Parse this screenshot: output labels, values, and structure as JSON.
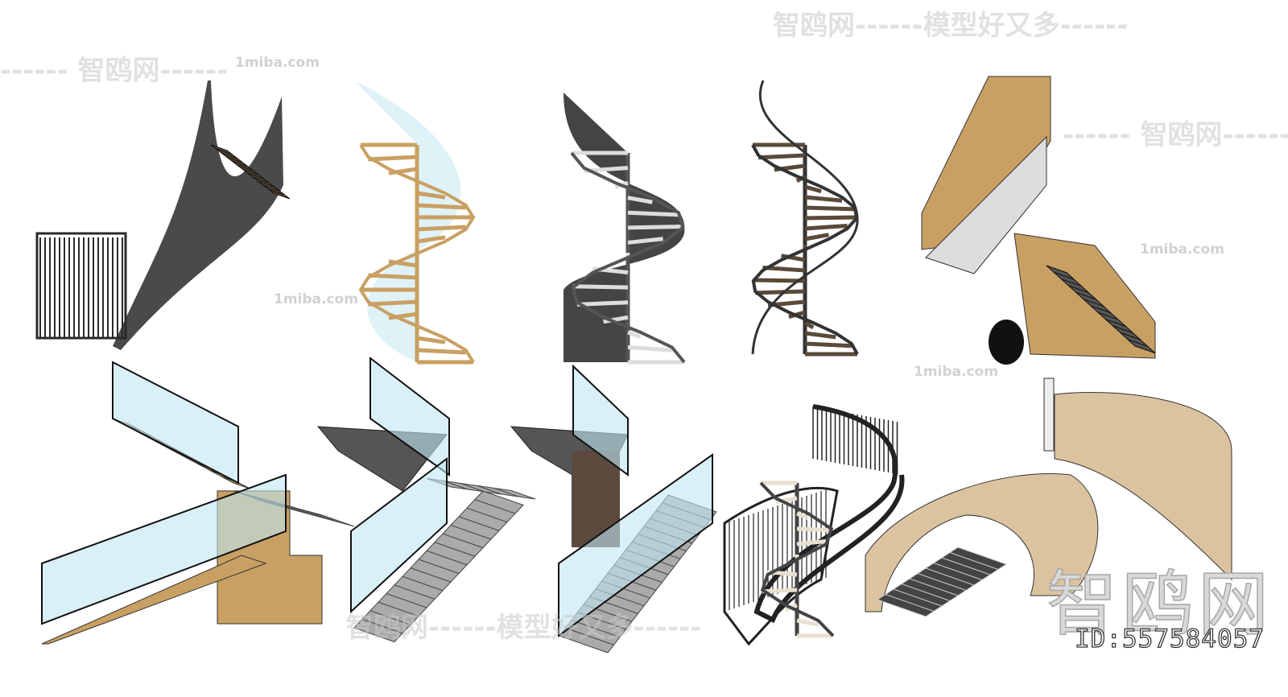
{
  "watermarks": {
    "banner": "智鸥网------模型好又多------",
    "brand": "智鸥网",
    "site": "1miba.com",
    "dashed_brand": "------ 智鸥网------"
  },
  "model_id": "ID:557584057",
  "colors": {
    "wood": "#c9a063",
    "dark_wood": "#5a4a38",
    "metal": "#2a2a2a",
    "glass": "#bfe6f2",
    "marble": "#8a8a8a",
    "light_wood": "#dcc3a0"
  },
  "staircases": [
    {
      "style": "dark-curved-slatted"
    },
    {
      "style": "wood-spiral-glass"
    },
    {
      "style": "perforated-metal-spiral"
    },
    {
      "style": "open-metal-spiral"
    },
    {
      "style": "marble-switchback-wood-wall"
    },
    {
      "style": "glass-rail-wood-switchback"
    },
    {
      "style": "glass-rail-marble-switchback"
    },
    {
      "style": "glass-rail-marble-switchback-dark"
    },
    {
      "style": "metal-rail-double-curved"
    },
    {
      "style": "wood-wall-curved"
    }
  ]
}
